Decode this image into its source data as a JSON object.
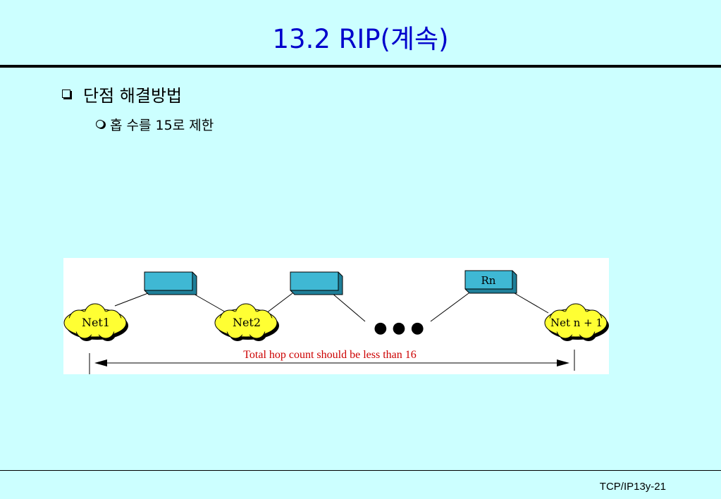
{
  "slide": {
    "title": "13.2 RIP(계속)",
    "bullet_main": "단점 해결방법",
    "bullet_sub": "홉 수를 15로 제한",
    "footer": "TCP/IP13y-21"
  },
  "figure": {
    "networks": [
      "Net1",
      "Net2",
      "Net n + 1"
    ],
    "router_last_label": "Rn",
    "ellipsis": "● ● ●",
    "caption": "Total hop count should be less than 16"
  },
  "colors": {
    "background": "#ccffff",
    "title": "#0000cc",
    "router": "#3fb8d4",
    "cloud": "#ffff33",
    "caption": "#cc0000"
  }
}
